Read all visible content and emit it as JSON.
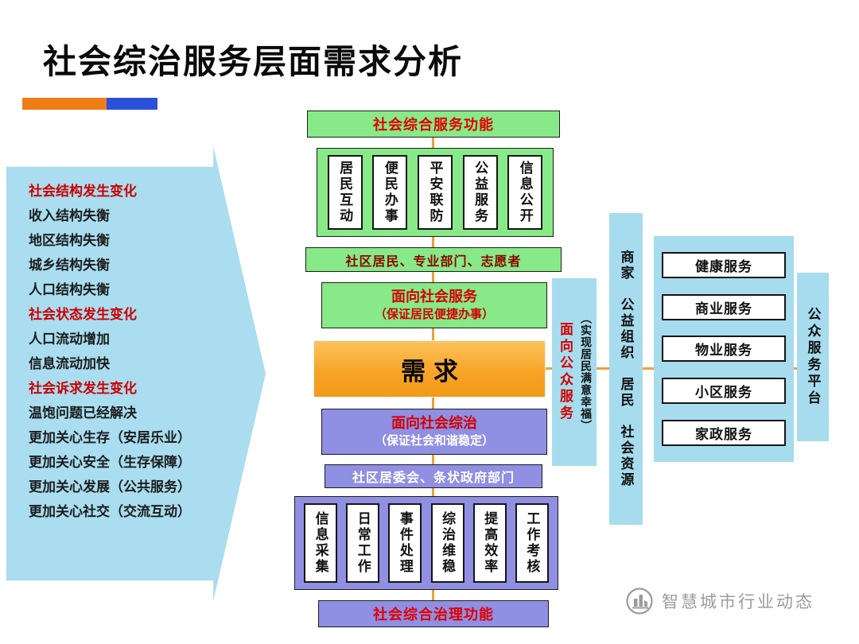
{
  "page": {
    "title": "社会综治服务层面需求分析",
    "watermark": "智慧城市行业动态"
  },
  "left_panel": {
    "items": [
      {
        "text": "社会结构发生变化",
        "accent": true
      },
      {
        "text": "收入结构失衡",
        "accent": false
      },
      {
        "text": "地区结构失衡",
        "accent": false
      },
      {
        "text": "城乡结构失衡",
        "accent": false
      },
      {
        "text": "人口结构失衡",
        "accent": false
      },
      {
        "text": "社会状态发生变化",
        "accent": true
      },
      {
        "text": "人口流动增加",
        "accent": false
      },
      {
        "text": "信息流动加快",
        "accent": false
      },
      {
        "text": "社会诉求发生变化",
        "accent": true
      },
      {
        "text": "温饱问题已经解决",
        "accent": false
      },
      {
        "text": "更加关心生存（安居乐业）",
        "accent": false
      },
      {
        "text": "更加关心安全（生存保障）",
        "accent": false
      },
      {
        "text": "更加关心发展（公共服务）",
        "accent": false
      },
      {
        "text": "更加关心社交（交流互动）",
        "accent": false
      }
    ]
  },
  "center": {
    "service_header": "社会综合服务功能",
    "service_functions": [
      "居民互动",
      "便民办事",
      "平安联防",
      "公益服务",
      "信息公开"
    ],
    "service_actors": "社区居民、专业部门、志愿者",
    "social_service_title": "面向社会服务",
    "social_service_subtitle": "（保证居民便捷办事）",
    "demand_label": "需求",
    "governance_title": "面向社会综治",
    "governance_subtitle": "（保证社会和谐稳定）",
    "governance_actors": "社区居委会、条状政府部门",
    "governance_functions": [
      "信息采集",
      "日常工作",
      "事件处理",
      "综治维稳",
      "提高效率",
      "工作考核"
    ],
    "governance_header": "社会综合治理功能"
  },
  "right_panel": {
    "public_service_title": "面向公众服务",
    "public_service_subtitle": "（实现居民满意幸福）",
    "resources": "商家　公益组织　居民　社会资源",
    "services": [
      "健康服务",
      "商业服务",
      "物业服务",
      "小区服务",
      "家政服务"
    ],
    "platform": "公众服务平台"
  },
  "colors": {
    "green": "#87e987",
    "purple": "#8f8fe4",
    "cyan": "#a6dcee",
    "orange": "#f7a428",
    "accent_red": "#d40000",
    "underline_orange": "#ef7d15",
    "underline_blue": "#2b50d9"
  }
}
